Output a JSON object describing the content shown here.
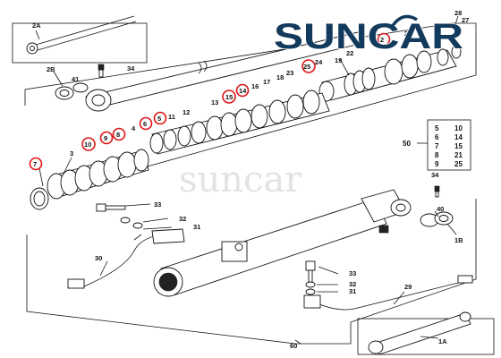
{
  "brand": {
    "logo_text": "SUNCAR",
    "watermark": "suncar",
    "color": "#123a5c"
  },
  "callouts": {
    "c2A": "2A",
    "c28": "28",
    "c27": "27",
    "c2": "2",
    "c20": "20",
    "c22": "22",
    "c19": "19",
    "c34a": "34",
    "c2B": "2B",
    "c41": "41",
    "c25": "25",
    "c24": "24",
    "c23": "23",
    "c18": "18",
    "c17": "17",
    "c16": "16",
    "c14": "14",
    "c15": "15",
    "c13": "13",
    "c12": "12",
    "c11": "11",
    "c5": "5",
    "c6": "6",
    "c4": "4",
    "c8": "8",
    "c9": "9",
    "c10": "10",
    "c3": "3",
    "c7": "7",
    "c34b": "34",
    "c40": "40",
    "c1B": "1B",
    "c33a": "33",
    "c32a": "32",
    "c31a": "31",
    "c30": "30",
    "c33b": "33",
    "c32b": "32",
    "c31b": "31",
    "c29": "29",
    "c60": "60",
    "c1A": "1A"
  },
  "seal_kit": {
    "label": "50",
    "rows": [
      [
        "5",
        "10"
      ],
      [
        "6",
        "14"
      ],
      [
        "7",
        "15"
      ],
      [
        "8",
        "21"
      ],
      [
        "9",
        "25"
      ]
    ]
  },
  "highlight_color": "#e01515"
}
